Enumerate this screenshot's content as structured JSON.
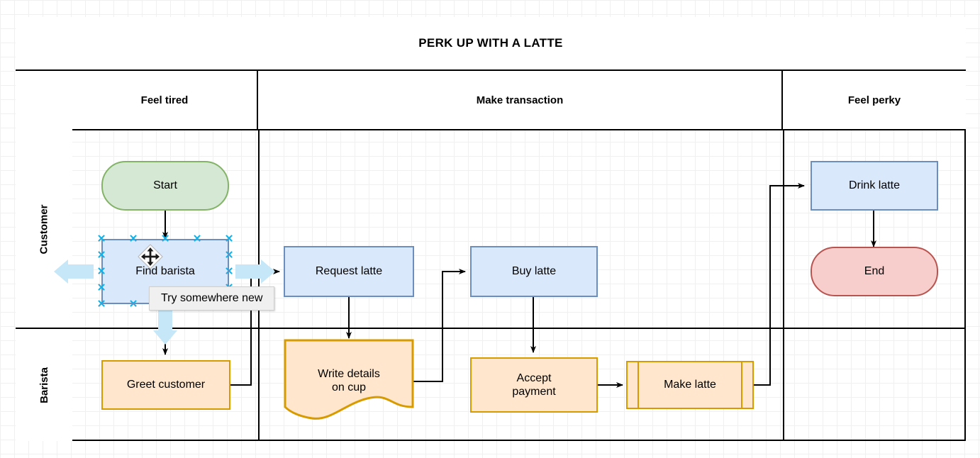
{
  "diagram": {
    "type": "cross-functional-flowchart",
    "title": "PERK UP WITH A LATTE",
    "phases": [
      {
        "id": "feel-tired",
        "label": "Feel tired"
      },
      {
        "id": "make-transaction",
        "label": "Make transaction"
      },
      {
        "id": "feel-perky",
        "label": "Feel perky"
      }
    ],
    "lanes": [
      {
        "id": "customer",
        "label": "Customer"
      },
      {
        "id": "barista",
        "label": "Barista"
      }
    ],
    "nodes": [
      {
        "id": "start",
        "label": "Start",
        "shape": "terminator",
        "lane": "customer",
        "phase": "feel-tired"
      },
      {
        "id": "find-barista",
        "label": "Find barista",
        "shape": "process",
        "lane": "customer",
        "phase": "feel-tired",
        "selected": true
      },
      {
        "id": "request-latte",
        "label": "Request latte",
        "shape": "process",
        "lane": "customer",
        "phase": "make-transaction"
      },
      {
        "id": "buy-latte",
        "label": "Buy latte",
        "shape": "process",
        "lane": "customer",
        "phase": "make-transaction"
      },
      {
        "id": "drink-latte",
        "label": "Drink latte",
        "shape": "process",
        "lane": "customer",
        "phase": "feel-perky"
      },
      {
        "id": "end",
        "label": "End",
        "shape": "terminator",
        "lane": "customer",
        "phase": "feel-perky"
      },
      {
        "id": "greet-customer",
        "label": "Greet customer",
        "shape": "process",
        "lane": "barista",
        "phase": "feel-tired"
      },
      {
        "id": "write-details",
        "label": "Write details\non cup",
        "shape": "document",
        "lane": "barista",
        "phase": "make-transaction"
      },
      {
        "id": "accept-payment",
        "label": "Accept\npayment",
        "shape": "process",
        "lane": "barista",
        "phase": "make-transaction"
      },
      {
        "id": "make-latte",
        "label": "Make latte",
        "shape": "predefined-process",
        "lane": "barista",
        "phase": "make-transaction"
      }
    ],
    "edges": [
      {
        "from": "start",
        "to": "find-barista"
      },
      {
        "from": "find-barista",
        "to": "greet-customer"
      },
      {
        "from": "greet-customer",
        "to": "request-latte"
      },
      {
        "from": "request-latte",
        "to": "write-details"
      },
      {
        "from": "write-details",
        "to": "buy-latte"
      },
      {
        "from": "buy-latte",
        "to": "accept-payment"
      },
      {
        "from": "accept-payment",
        "to": "make-latte"
      },
      {
        "from": "make-latte",
        "to": "drink-latte"
      },
      {
        "from": "drink-latte",
        "to": "end"
      }
    ]
  },
  "labels": {
    "title": "PERK UP WITH A LATTE",
    "phase_feel_tired": "Feel tired",
    "phase_make_transaction": "Make transaction",
    "phase_feel_perky": "Feel perky",
    "lane_customer": "Customer",
    "lane_barista": "Barista",
    "node_start": "Start",
    "node_find_barista": "Find barista",
    "node_request_latte": "Request latte",
    "node_buy_latte": "Buy latte",
    "node_drink_latte": "Drink latte",
    "node_end": "End",
    "node_greet_customer": "Greet customer",
    "node_write_details": "Write details\non cup",
    "node_accept_payment": "Accept\npayment",
    "node_make_latte": "Make latte"
  },
  "tooltip": {
    "text": "Try somewhere new",
    "visible": true
  },
  "selection": {
    "target": "find-barista",
    "handle_glyph": "✕",
    "handle_color": "#12b0e8",
    "cursor": "move-cursor",
    "direction_arrows": [
      "left",
      "right",
      "down"
    ],
    "direction_arrow_color": "#c5e7f7"
  },
  "colors": {
    "process_blue_fill": "#dae8fc",
    "process_blue_stroke": "#6c8ebf",
    "process_orange_fill": "#ffe6cc",
    "process_orange_stroke": "#d79b00",
    "terminator_green_fill": "#d5e8d4",
    "terminator_green_stroke": "#82b366",
    "terminator_red_fill": "#f8cecc",
    "terminator_red_stroke": "#b85450",
    "frame_stroke": "#000000",
    "connector_stroke": "#000000",
    "grid_minor": "#f0f0f0",
    "grid_major": "#d4d4d4",
    "tooltip_bg": "#f0f0f0",
    "selection_handle": "#12b0e8"
  }
}
